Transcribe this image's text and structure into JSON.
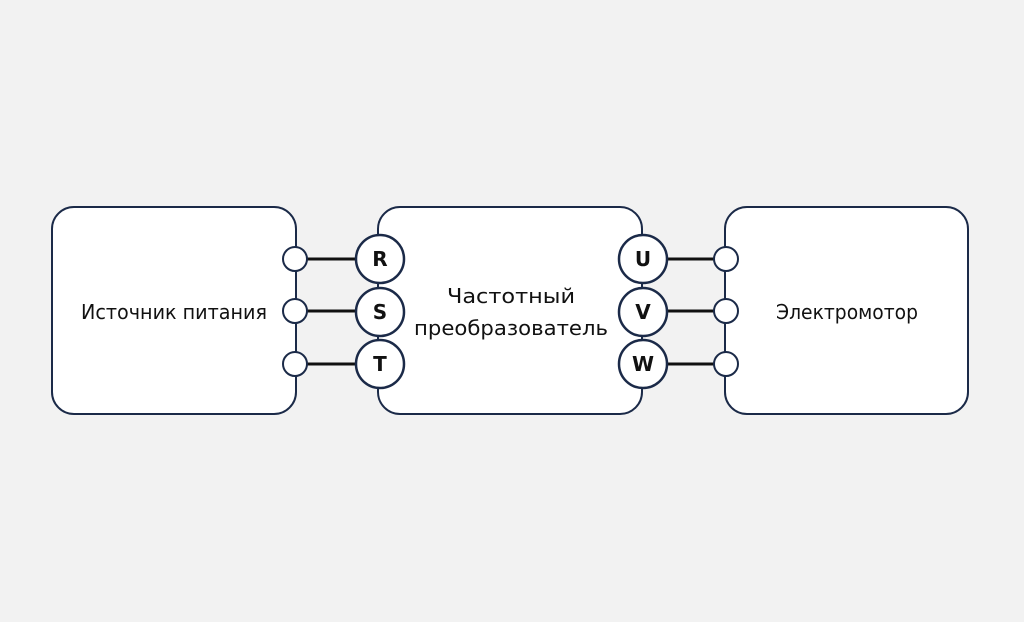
{
  "colors": {
    "background": "#f2f2f2",
    "stroke": "#1b2a48",
    "wire": "#111111"
  },
  "blocks": {
    "source": "Источник питания",
    "converter_line1": "Частотный",
    "converter_line2": "преобразователь",
    "motor": "Электромотор"
  },
  "terminals": {
    "input": [
      "R",
      "S",
      "T"
    ],
    "output": [
      "U",
      "V",
      "W"
    ]
  }
}
